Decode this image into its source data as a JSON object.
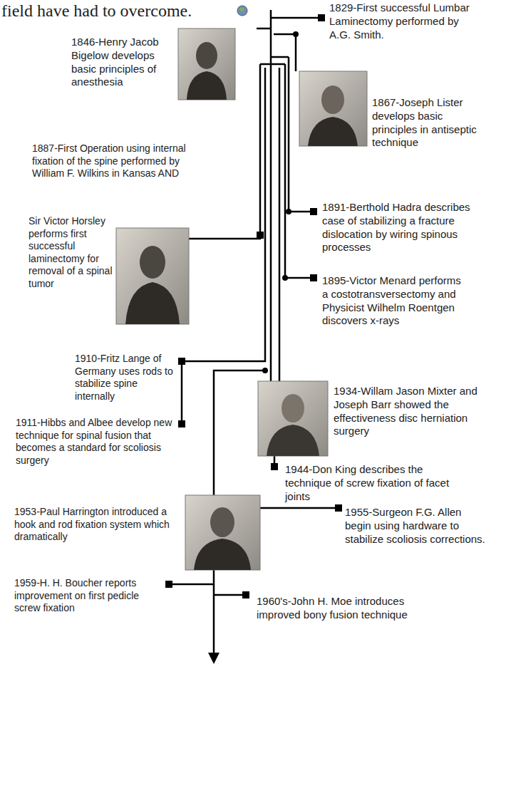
{
  "diagram": {
    "labels": [
      "field have had to overcome.",
      "1846-Henry Jacob Bigelow develops basic principles of anesthesia",
      "1829-First successful Lumbar Laminectomy performed by A.G. Smith.",
      "1867-Joseph Lister develops basic principles in antiseptic technique",
      "1887-First Operation using internal fixation of the spine performed by William F. Wilkins in Kansas AND",
      "Sir Victor Horsley performs first successful laminectomy for removal of a spinal tumor",
      "1891-Berthold Hadra describes case of stabilizing a fracture dislocation by wiring spinous processes",
      "1895-Victor Menard performs a costotransversectomy and Physicist Wilhelm Roentgen discovers x-rays",
      "1910-Fritz Lange of Germany uses rods to stabilize spine internally",
      "1911-Hibbs and Albee develop new technique for spinal fusion that becomes a standard for scoliosis surgery",
      "1934-Willam Jason Mixter and Joseph Barr showed the effectiveness disc herniation surgery",
      "1944-Don King describes the technique of screw fixation of facet joints",
      "1953-Paul Harrington introduced a hook and rod fixation system which dramatically",
      "1955-Surgeon F.G. Allen begin using hardware to stabilize scoliosis corrections.",
      "1959-H. H. Boucher reports improvement on first pedicle screw fixation",
      "1960's-John H. Moe introduces improved bony fusion technique"
    ]
  }
}
